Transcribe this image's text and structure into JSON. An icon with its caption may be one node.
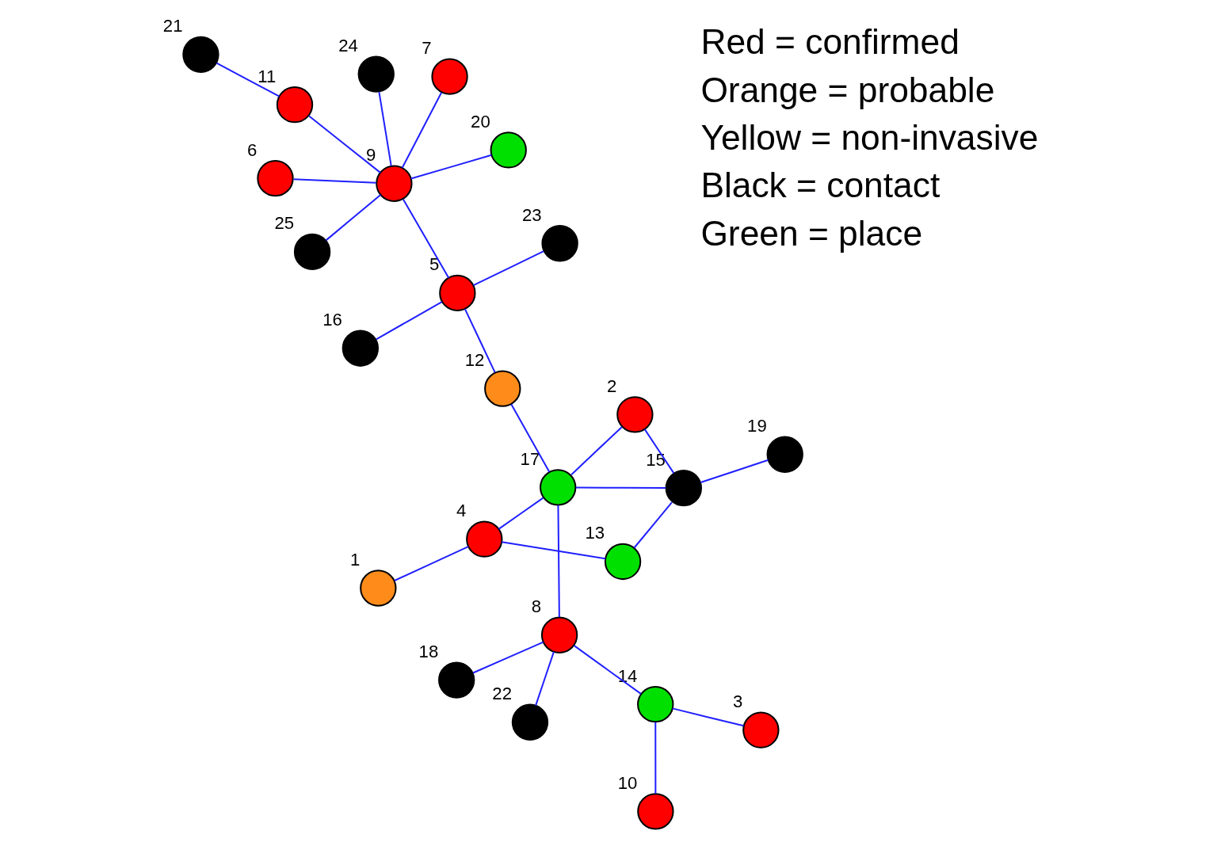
{
  "diagram": {
    "nodes": [
      {
        "text": [],
        "shape": "circle",
        "beside": [
          "3"
        ]
      },
      {
        "text": [],
        "shape": "circle",
        "beside": [
          "10"
        ]
      },
      {
        "text": [],
        "shape": "circle",
        "beside": [
          "14"
        ]
      },
      {
        "text": [],
        "shape": "circle",
        "beside": [
          "18"
        ]
      },
      {
        "text": [],
        "shape": "circle",
        "beside": [
          "8"
        ]
      },
      {
        "text": [],
        "shape": "circle",
        "beside": [
          "22"
        ]
      },
      {
        "text": [],
        "shape": "circle",
        "beside": [
          "17"
        ]
      },
      {
        "text": [],
        "shape": "circle",
        "beside": [
          "2"
        ]
      },
      {
        "text": [],
        "shape": "circle",
        "beside": [
          "16"
        ]
      },
      {
        "text": [],
        "shape": "circle",
        "beside": [
          "12"
        ]
      },
      {
        "text": [],
        "shape": "circle",
        "beside": [
          "23"
        ]
      },
      {
        "text": [],
        "shape": "circle",
        "beside": [
          "19"
        ]
      },
      {
        "text": [],
        "shape": "circle",
        "beside": [
          "15"
        ]
      },
      {
        "text": [],
        "shape": "circle",
        "beside": [
          "5"
        ]
      },
      {
        "text": [],
        "shape": "circle",
        "beside": [
          "4"
        ]
      },
      {
        "text": [],
        "shape": "circle",
        "beside": [
          "13"
        ]
      },
      {
        "text": [],
        "shape": "circle",
        "beside": [
          "7"
        ]
      },
      {
        "text": [],
        "shape": "circle",
        "beside": [
          "1"
        ]
      },
      {
        "text": [],
        "shape": "circle",
        "beside": [
          "9"
        ]
      },
      {
        "text": [],
        "shape": "circle",
        "beside": [
          "6"
        ]
      },
      {
        "text": [],
        "shape": "circle",
        "beside": [
          "11"
        ]
      },
      {
        "text": [],
        "shape": "circle",
        "beside": [
          "21"
        ]
      },
      {
        "text": [],
        "shape": "circle",
        "beside": [
          "25"
        ]
      },
      {
        "text": [],
        "shape": "circle",
        "beside": [
          "24"
        ]
      },
      {
        "text": [],
        "shape": "circle",
        "beside": [
          "20"
        ]
      }
    ],
    "edges": [
      {
        "from": 0,
        "to": 2,
        "arrow": "none"
      },
      {
        "from": 1,
        "to": 2,
        "arrow": "none"
      },
      {
        "from": 2,
        "to": 4,
        "arrow": "none"
      },
      {
        "from": 3,
        "to": 4,
        "arrow": "none"
      },
      {
        "from": 5,
        "to": 4,
        "arrow": "none"
      },
      {
        "from": 4,
        "to": 6,
        "arrow": "none"
      },
      {
        "from": 6,
        "to": 7,
        "arrow": "none"
      },
      {
        "from": 6,
        "to": 12,
        "arrow": "none"
      },
      {
        "from": 6,
        "to": 14,
        "arrow": "none"
      },
      {
        "from": 6,
        "to": 9,
        "arrow": "none"
      },
      {
        "from": 7,
        "to": 12,
        "arrow": "none"
      },
      {
        "from": 11,
        "to": 12,
        "arrow": "none"
      },
      {
        "from": 12,
        "to": 15,
        "arrow": "none"
      },
      {
        "from": 15,
        "to": 14,
        "arrow": "none"
      },
      {
        "from": 14,
        "to": 17,
        "arrow": "none"
      },
      {
        "from": 9,
        "to": 13,
        "arrow": "none"
      },
      {
        "from": 13,
        "to": 8,
        "arrow": "none"
      },
      {
        "from": 13,
        "to": 10,
        "arrow": "none"
      },
      {
        "from": 13,
        "to": 18,
        "arrow": "none"
      },
      {
        "from": 18,
        "to": 16,
        "arrow": "none"
      },
      {
        "from": 18,
        "to": 19,
        "arrow": "none"
      },
      {
        "from": 18,
        "to": 23,
        "arrow": "none"
      },
      {
        "from": 18,
        "to": 24,
        "arrow": "none"
      },
      {
        "from": 18,
        "to": 22,
        "arrow": "none"
      },
      {
        "from": 18,
        "to": 20,
        "arrow": "none"
      },
      {
        "from": 20,
        "to": 21,
        "arrow": "none"
      }
    ],
    "labels": [
      "Red = confirmed",
      "Orange = probable",
      "Yellow = non-invasive",
      "Black = contact",
      "Green = place"
    ]
  }
}
